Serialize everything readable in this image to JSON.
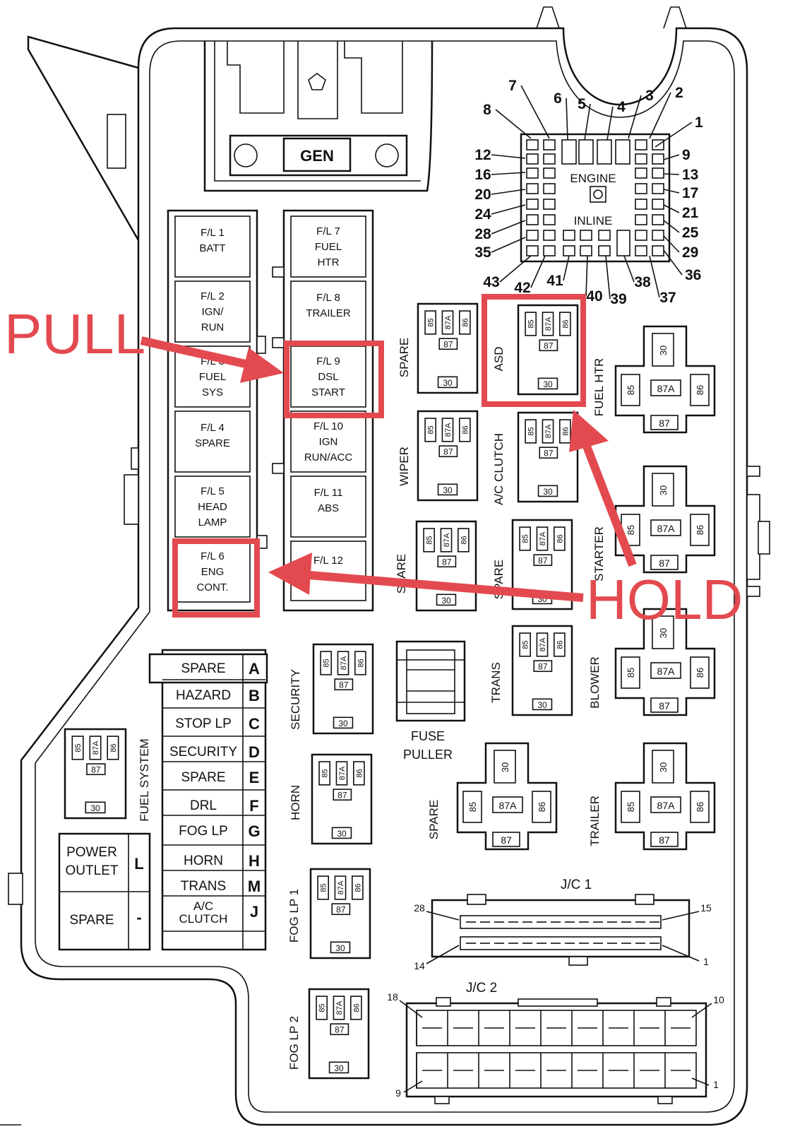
{
  "generator": {
    "label": "GEN"
  },
  "fusible_links": [
    [
      "F/L 1",
      "BATT"
    ],
    [
      "F/L 2",
      "IGN/",
      "RUN"
    ],
    [
      "F/L 3",
      "FUEL",
      "SYS"
    ],
    [
      "F/L 4",
      "SPARE"
    ],
    [
      "F/L 5",
      "HEAD",
      "LAMP"
    ],
    [
      "F/L 6",
      "ENG",
      "CONT."
    ],
    [
      "F/L 7",
      "FUEL",
      "HTR"
    ],
    [
      "F/L 8",
      "TRAILER"
    ],
    [
      "F/L 9",
      "DSL",
      "START"
    ],
    [
      "F/L 10",
      "IGN",
      "RUN/ACC"
    ],
    [
      "F/L 11",
      "ABS"
    ],
    [
      "F/L 12"
    ]
  ],
  "connector": {
    "title_top": "ENGINE",
    "title_bottom": "INLINE",
    "pin_labels": [
      "1",
      "2",
      "3",
      "4",
      "5",
      "6",
      "7",
      "8",
      "9",
      "12",
      "13",
      "16",
      "17",
      "20",
      "21",
      "24",
      "25",
      "28",
      "29",
      "35",
      "36",
      "37",
      "38",
      "39",
      "40",
      "41",
      "42",
      "43"
    ]
  },
  "relay_terminals": [
    "85",
    "87A",
    "86",
    "87",
    "30"
  ],
  "relays": [
    "SPARE",
    "ASD",
    "FUEL HTR",
    "WIPER",
    "A/C CLUTCH",
    "SPARE",
    "SPARE",
    "STARTER",
    "TRANS",
    "BLOWER",
    "SECURITY",
    "HORN",
    "SPARE",
    "TRAILER",
    "FOG LP 1",
    "FOG LP 2",
    "FUEL SYSTEM"
  ],
  "fuse_puller": [
    "FUSE",
    "PULLER"
  ],
  "fuse_table": [
    {
      "name": "SPARE",
      "code": "A"
    },
    {
      "name": "HAZARD",
      "code": "B"
    },
    {
      "name": "STOP LP",
      "code": "C"
    },
    {
      "name": "SECURITY",
      "code": "D"
    },
    {
      "name": "SPARE",
      "code": "E"
    },
    {
      "name": "DRL",
      "code": "F"
    },
    {
      "name": "FOG LP",
      "code": "G"
    },
    {
      "name": "HORN",
      "code": "H"
    },
    {
      "name": "TRANS",
      "code": "M"
    },
    {
      "name": "A/C\nCLUTCH",
      "code": "J"
    }
  ],
  "outlets": [
    {
      "name": "POWER\nOUTLET",
      "code": "L"
    },
    {
      "name": "SPARE",
      "code": "-"
    }
  ],
  "junction_connectors": [
    {
      "label": "J/C 1",
      "pins": [
        "28",
        "15",
        "14",
        "1"
      ]
    },
    {
      "label": "J/C 2",
      "pins": [
        "18",
        "10",
        "9",
        "1"
      ]
    }
  ],
  "annotations": {
    "pull": "PULL",
    "hold": "HOLD",
    "color": "#e34a4f"
  }
}
